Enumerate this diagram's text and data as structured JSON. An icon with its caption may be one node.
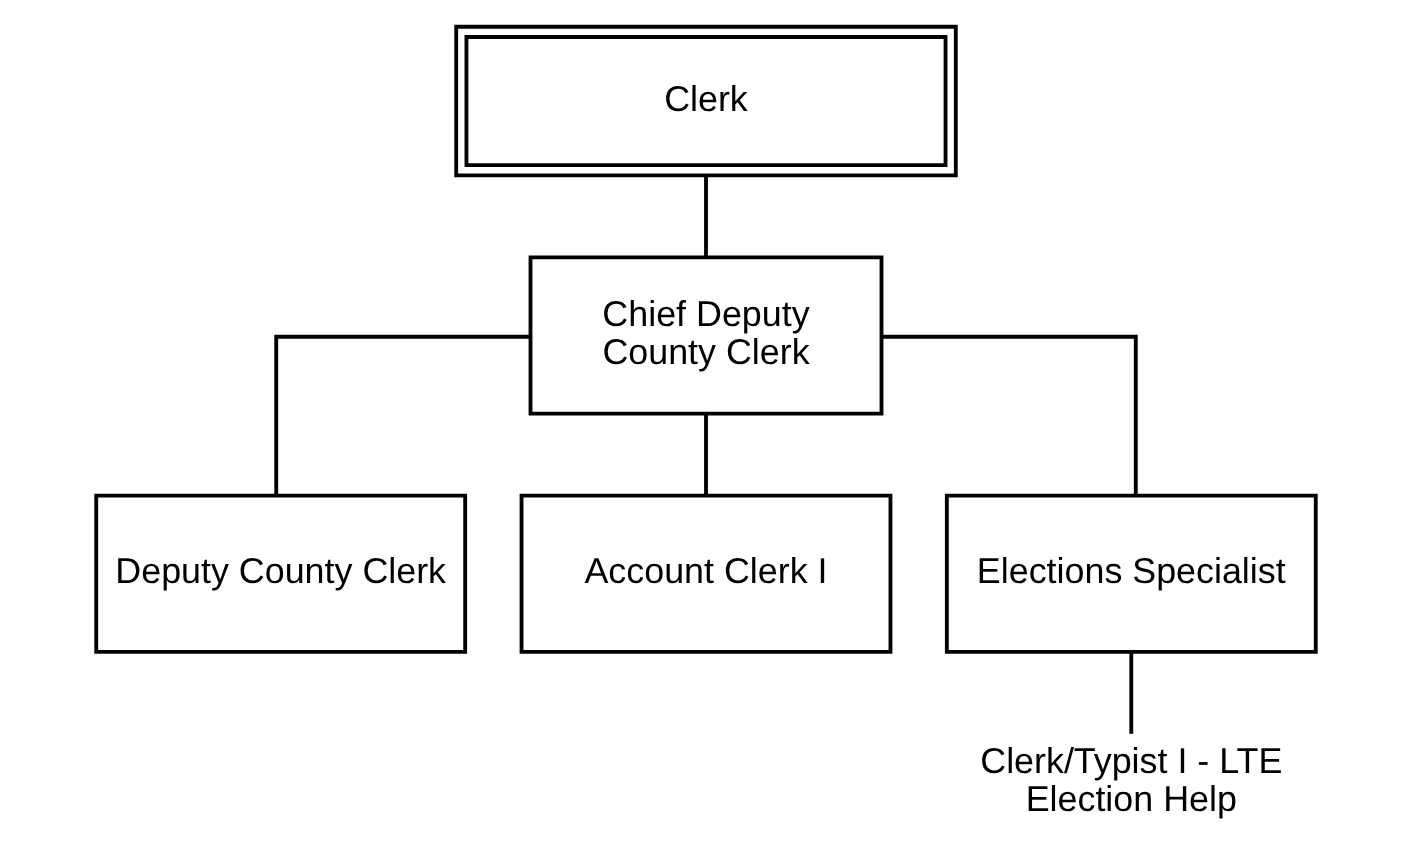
{
  "diagram": {
    "nodes": [
      {
        "text": [
          "Clerk"
        ]
      },
      {
        "text": [
          "Chief Deputy County Clerk"
        ]
      },
      {
        "text": [
          "Deputy County Clerk"
        ]
      },
      {
        "text": [
          "Account Clerk I"
        ]
      },
      {
        "text": [
          "Elections Specialist"
        ]
      },
      {
        "text": [
          "Clerk/Typist I - LTE Election Help"
        ]
      }
    ],
    "edges": [
      {
        "from": 0,
        "to": 1,
        "arrow": "none"
      },
      {
        "from": 1,
        "to": 2,
        "arrow": "none"
      },
      {
        "from": 1,
        "to": 3,
        "arrow": "none"
      },
      {
        "from": 1,
        "to": 4,
        "arrow": "none"
      },
      {
        "from": 4,
        "to": 5,
        "arrow": "none"
      }
    ]
  }
}
